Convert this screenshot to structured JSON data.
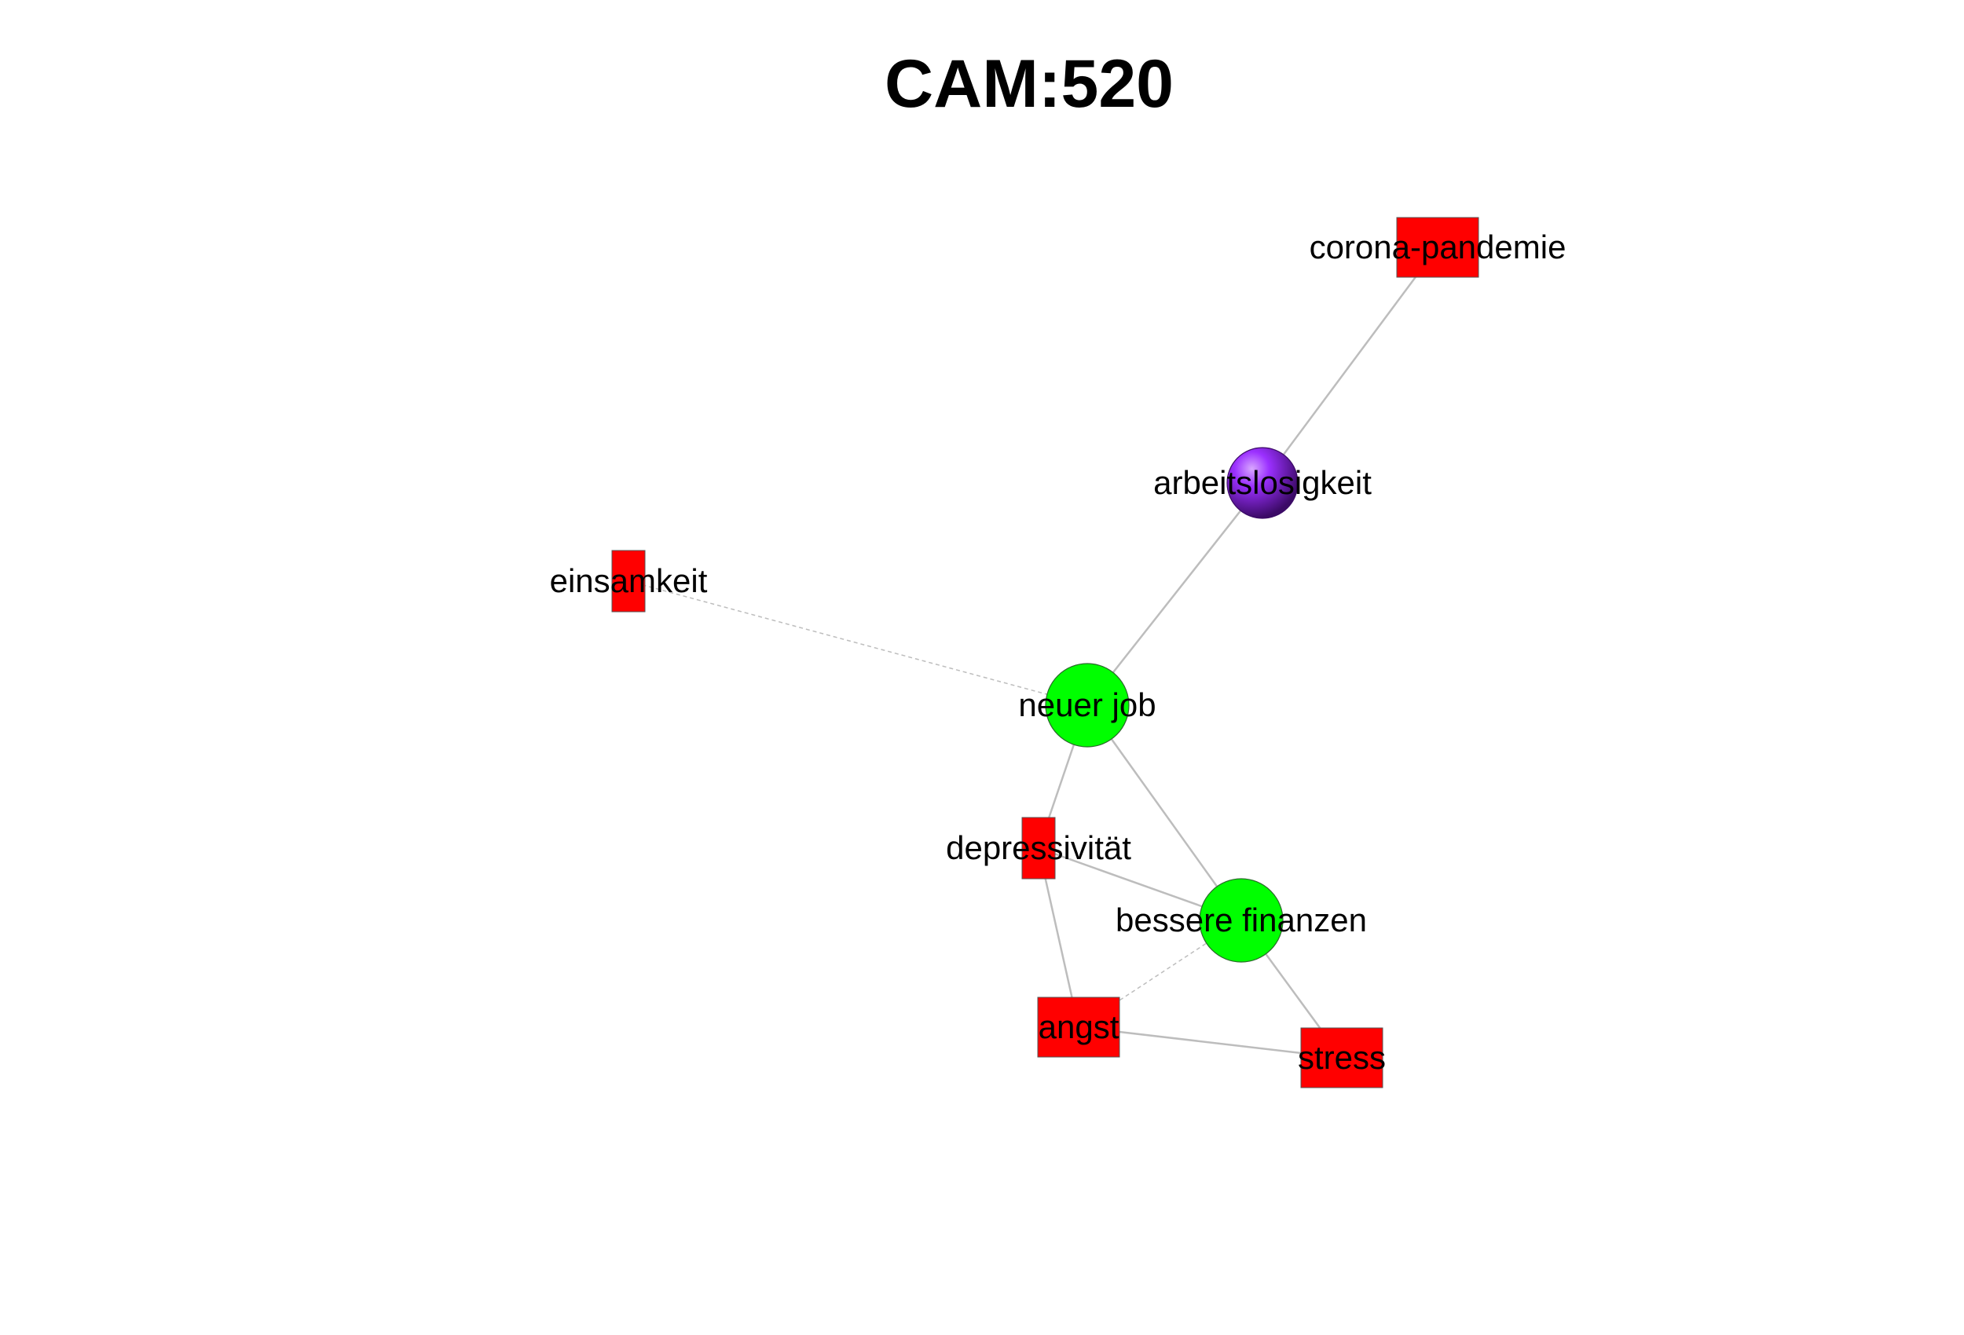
{
  "title": "CAM:520",
  "colors": {
    "positive": "#00ff00",
    "negative": "#ff0000",
    "ambivalent": "#8a2be2",
    "edge": "#bdbdbd"
  },
  "nodes": [
    {
      "id": "corona",
      "label": "corona-pandemie",
      "valence": "negative",
      "shape": "rect"
    },
    {
      "id": "arbeit",
      "label": "arbeitslosigkeit",
      "valence": "ambivalent",
      "shape": "sphere"
    },
    {
      "id": "einsam",
      "label": "einsamkeit",
      "valence": "negative",
      "shape": "rect"
    },
    {
      "id": "job",
      "label": "neuer job",
      "valence": "positive",
      "shape": "circle"
    },
    {
      "id": "depress",
      "label": "depressivität",
      "valence": "negative",
      "shape": "rect"
    },
    {
      "id": "finanzen",
      "label": "bessere finanzen",
      "valence": "positive",
      "shape": "circle"
    },
    {
      "id": "angst",
      "label": "angst",
      "valence": "negative",
      "shape": "rect"
    },
    {
      "id": "stress",
      "label": "stress",
      "valence": "negative",
      "shape": "rect"
    }
  ],
  "edges": [
    {
      "from": "corona",
      "to": "arbeit",
      "style": "solid"
    },
    {
      "from": "arbeit",
      "to": "job",
      "style": "solid"
    },
    {
      "from": "einsam",
      "to": "job",
      "style": "dashed"
    },
    {
      "from": "job",
      "to": "depress",
      "style": "solid"
    },
    {
      "from": "job",
      "to": "finanzen",
      "style": "solid"
    },
    {
      "from": "depress",
      "to": "finanzen",
      "style": "solid"
    },
    {
      "from": "depress",
      "to": "angst",
      "style": "solid"
    },
    {
      "from": "finanzen",
      "to": "angst",
      "style": "dashed"
    },
    {
      "from": "finanzen",
      "to": "stress",
      "style": "solid"
    },
    {
      "from": "angst",
      "to": "stress",
      "style": "solid"
    }
  ]
}
